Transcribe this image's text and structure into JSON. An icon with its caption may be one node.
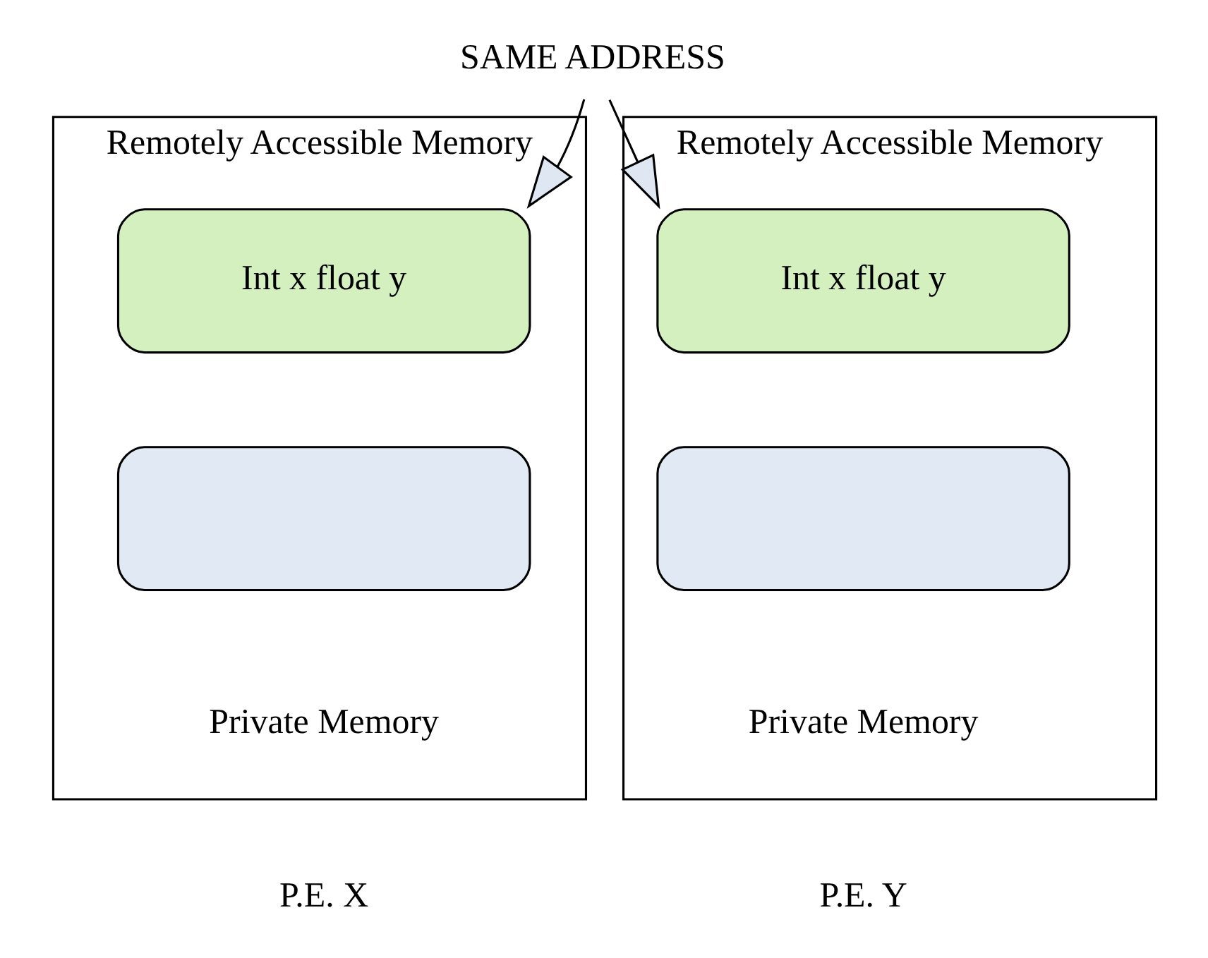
{
  "diagram": {
    "nodes": [
      {
        "text": [
          "Remotely Accessible Memory",
          "Private Memory"
        ],
        "beside": [
          "P.E. X"
        ]
      },
      {
        "text": [
          "Int x float y"
        ],
        "in": 0
      },
      {
        "text": [],
        "shape": "pill",
        "in": 0
      },
      {
        "text": [
          "Remotely Accessible Memory",
          "Private Memory"
        ],
        "beside": [
          "P.E. Y"
        ]
      },
      {
        "text": [
          "Int x float y"
        ],
        "in": 3
      },
      {
        "text": [],
        "shape": "pill",
        "in": 3
      },
      {
        "text": [
          "SAME ADDRESS"
        ]
      }
    ],
    "edges": [
      {
        "from": 6,
        "to": 1,
        "arrow": "to"
      },
      {
        "from": 6,
        "to": 4,
        "arrow": "to"
      }
    ]
  }
}
